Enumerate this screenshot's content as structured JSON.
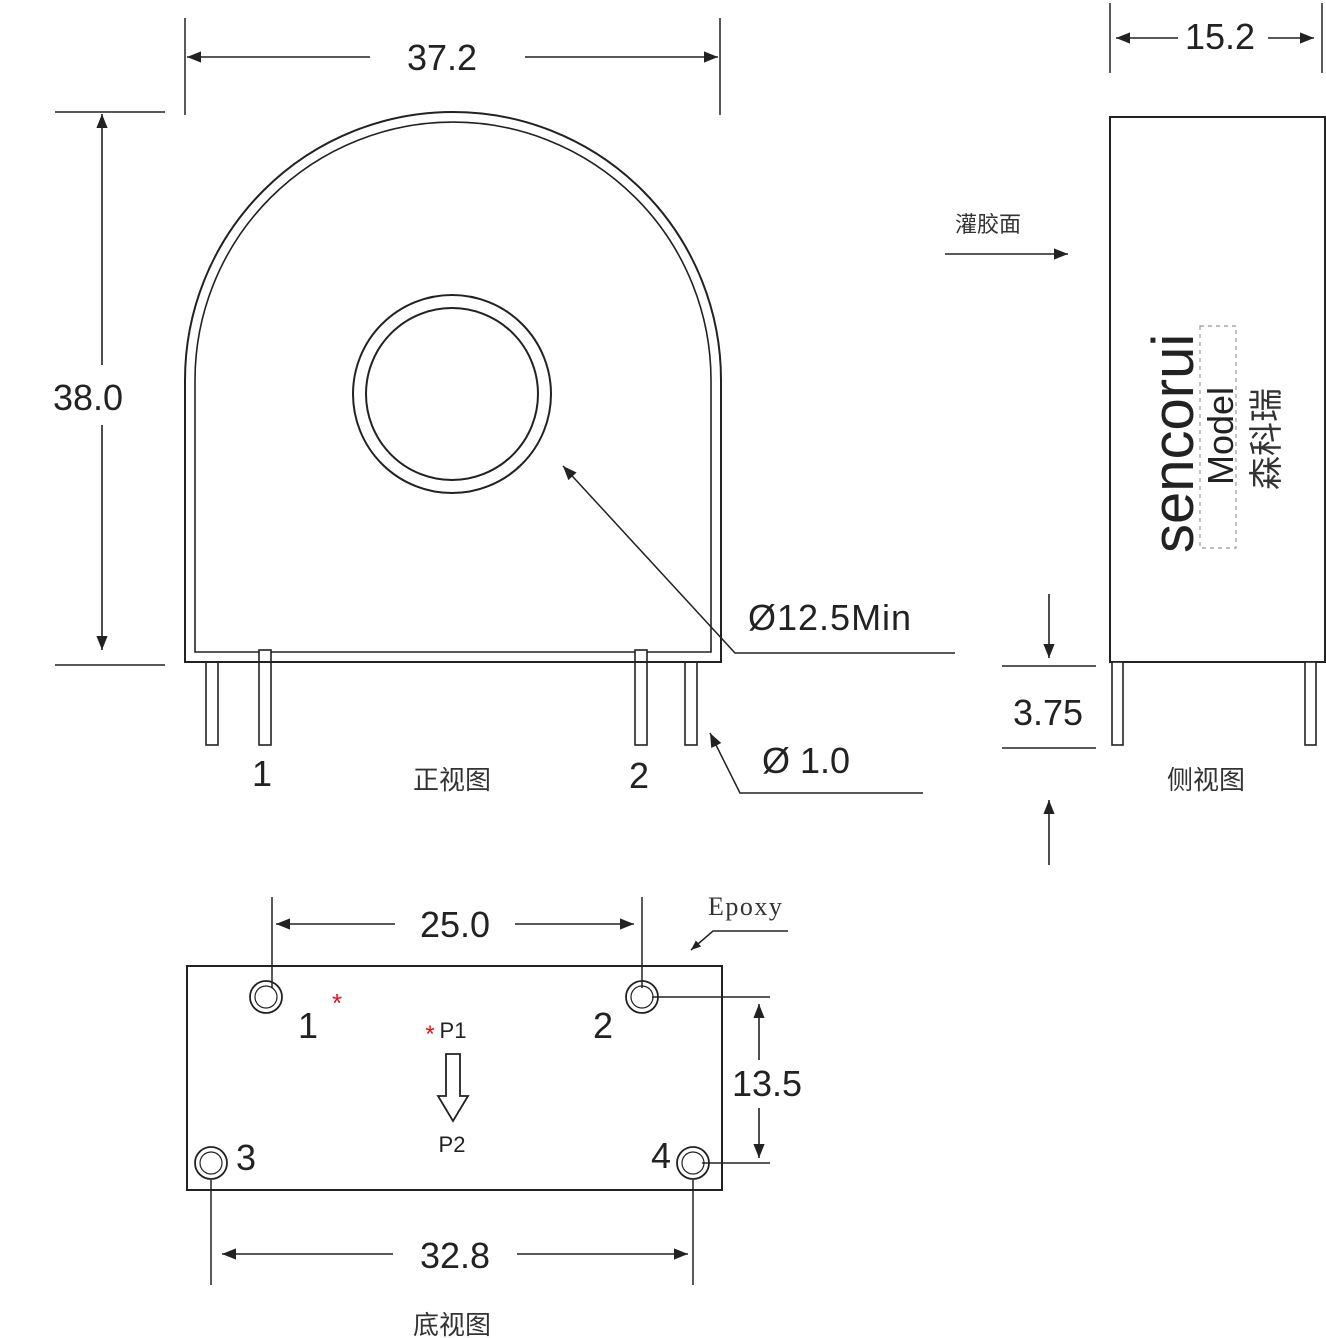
{
  "front_view": {
    "width_dim": "37.2",
    "height_dim": "38.0",
    "hole_dim": "Ø12.5Min",
    "pin_dim": "Ø 1.0",
    "pin_label_1": "1",
    "pin_label_2": "2",
    "caption": "正视图"
  },
  "side_view": {
    "width_dim": "15.2",
    "potting_label": "灌胶面",
    "brand": "sencorui",
    "model_label": "Model",
    "cn_brand": "森科瑞",
    "pin_length_dim": "3.75",
    "caption": "侧视图"
  },
  "bottom_view": {
    "epoxy_label": "Epoxy",
    "top_pin_spacing": "25.0",
    "bottom_pin_spacing": "32.8",
    "row_spacing": "13.5",
    "pin_1": "1",
    "pin_2": "2",
    "pin_3": "3",
    "pin_4": "4",
    "polarity_mark": "*",
    "p1_label": "P1",
    "p2_label": "P2",
    "caption": "底视图"
  },
  "colors": {
    "line": "#222222",
    "polarity": "#e0141e"
  }
}
